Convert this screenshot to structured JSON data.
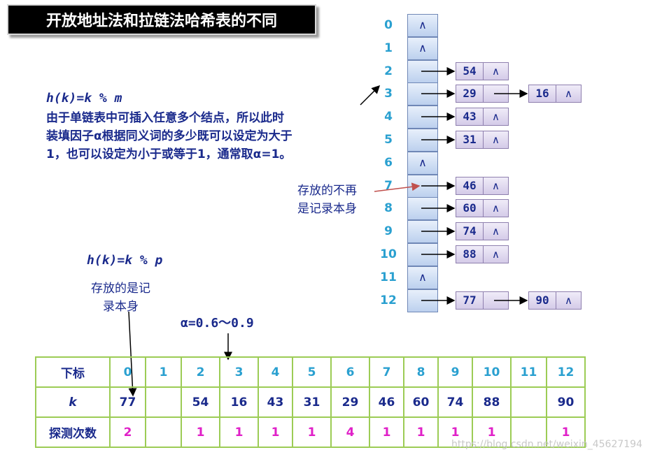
{
  "title": "开放地址法和拉链法哈希表的不同",
  "left_formula": "h(k)=k % m",
  "left_desc": [
    "由于单链表中可插入任意多个结点，所以此时",
    "装填因子α根据同义词的多少既可以设定为大于",
    "1，也可以设定为小于或等于1，通常取α=1。"
  ],
  "chain_note": [
    "存放的不再",
    "是记录本身"
  ],
  "open_formula": "h(k)=k % p",
  "open_note": [
    "存放的是记",
    "录本身"
  ],
  "alpha_range": "α=0.6～0.9",
  "null_symbol": "∧",
  "slots": [
    {
      "index": "0",
      "chain": []
    },
    {
      "index": "1",
      "chain": []
    },
    {
      "index": "2",
      "chain": [
        "54"
      ]
    },
    {
      "index": "3",
      "chain": [
        "29",
        "16"
      ]
    },
    {
      "index": "4",
      "chain": [
        "43"
      ]
    },
    {
      "index": "5",
      "chain": [
        "31"
      ]
    },
    {
      "index": "6",
      "chain": []
    },
    {
      "index": "7",
      "chain": [
        "46"
      ]
    },
    {
      "index": "8",
      "chain": [
        "60"
      ]
    },
    {
      "index": "9",
      "chain": [
        "74"
      ]
    },
    {
      "index": "10",
      "chain": [
        "88"
      ]
    },
    {
      "index": "11",
      "chain": []
    },
    {
      "index": "12",
      "chain": [
        "77",
        "90"
      ]
    }
  ],
  "probe_table": {
    "row_labels": [
      "下标",
      "k",
      "探测次数"
    ],
    "indices": [
      "0",
      "1",
      "2",
      "3",
      "4",
      "5",
      "6",
      "7",
      "8",
      "9",
      "10",
      "11",
      "12"
    ],
    "keys": [
      "77",
      "",
      "54",
      "16",
      "43",
      "31",
      "29",
      "46",
      "60",
      "74",
      "88",
      "",
      "90"
    ],
    "probes": [
      "2",
      "",
      "1",
      "1",
      "1",
      "1",
      "4",
      "1",
      "1",
      "1",
      "1",
      "",
      "1"
    ]
  },
  "watermark": "https://blog.csdn.net/weixin_45627194",
  "colors": {
    "navy": "#1a2a8c",
    "index": "#2aa0d0",
    "probe": "#e020c8",
    "grid": "#9ccc55",
    "note_arrow": "#c0504d"
  }
}
